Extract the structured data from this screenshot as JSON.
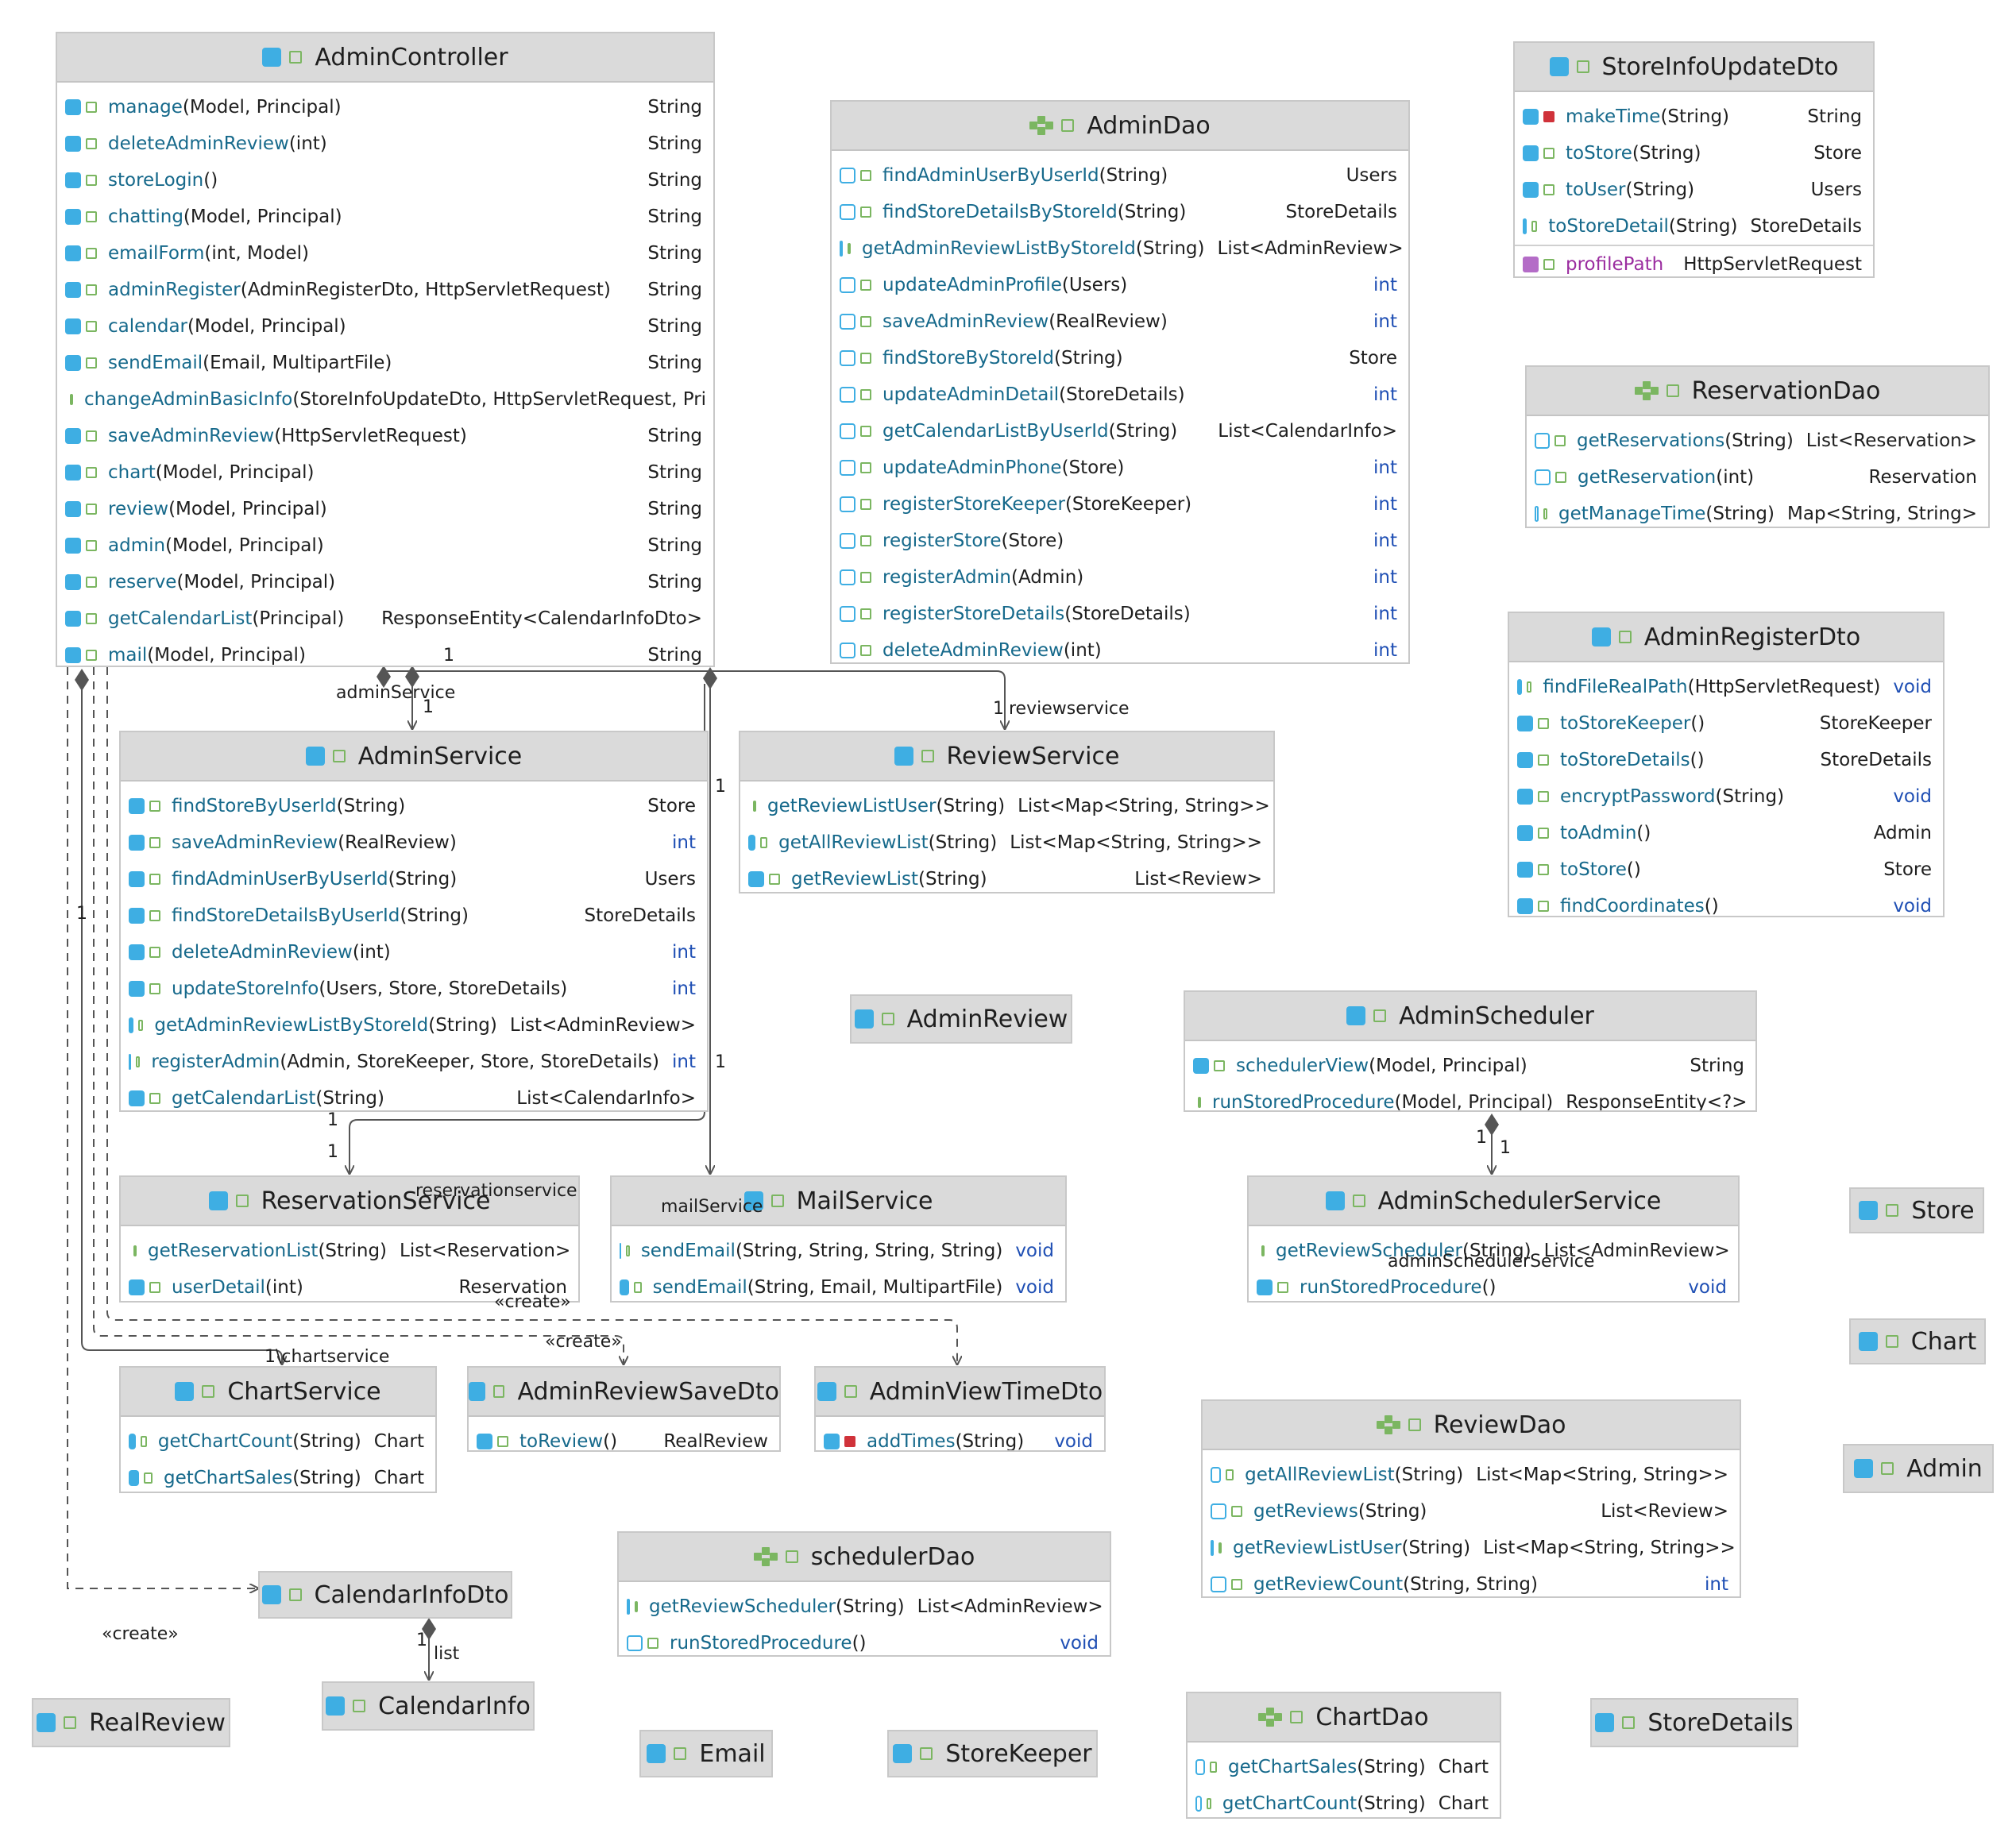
{
  "classes": [
    {
      "id": "AdminController",
      "name": "AdminController",
      "kind": "class",
      "members": [
        {
          "name": "manage",
          "params": "(Model, Principal)",
          "ret": "String"
        },
        {
          "name": "deleteAdminReview",
          "params": "(int)",
          "ret": "String"
        },
        {
          "name": "storeLogin",
          "params": "()",
          "ret": "String"
        },
        {
          "name": "chatting",
          "params": "(Model, Principal)",
          "ret": "String"
        },
        {
          "name": "emailForm",
          "params": "(int, Model)",
          "ret": "String"
        },
        {
          "name": "adminRegister",
          "params": "(AdminRegisterDto, HttpServletRequest)",
          "ret": "String"
        },
        {
          "name": "calendar",
          "params": "(Model, Principal)",
          "ret": "String"
        },
        {
          "name": "sendEmail",
          "params": "(Email, MultipartFile)",
          "ret": "String"
        },
        {
          "name": "changeAdminBasicInfo",
          "params": "(StoreInfoUpdateDto, HttpServletRequest, Pri",
          "ret": ""
        },
        {
          "name": "saveAdminReview",
          "params": "(HttpServletRequest)",
          "ret": "String"
        },
        {
          "name": "chart",
          "params": "(Model, Principal)",
          "ret": "String"
        },
        {
          "name": "review",
          "params": "(Model, Principal)",
          "ret": "String"
        },
        {
          "name": "admin",
          "params": "(Model, Principal)",
          "ret": "String"
        },
        {
          "name": "reserve",
          "params": "(Model, Principal)",
          "ret": "String"
        },
        {
          "name": "getCalendarList",
          "params": "(Principal)",
          "ret": "ResponseEntity<CalendarInfoDto>"
        },
        {
          "name": "mail",
          "params": "(Model, Principal)",
          "ret": "String"
        }
      ]
    },
    {
      "id": "AdminDao",
      "name": "AdminDao",
      "kind": "interface",
      "members": [
        {
          "name": "findAdminUserByUserId",
          "params": " (String)",
          "ret": "Users"
        },
        {
          "name": "findStoreDetailsByStoreId",
          "params": " (String)",
          "ret": "StoreDetails"
        },
        {
          "name": "getAdminReviewListByStoreId",
          "params": " (String)",
          "ret": "List<AdminReview>"
        },
        {
          "name": "updateAdminProfile",
          "params": "(Users)",
          "ret": "int"
        },
        {
          "name": "saveAdminReview",
          "params": "(RealReview)",
          "ret": "int"
        },
        {
          "name": "findStoreByStoreId",
          "params": " (String)",
          "ret": "Store"
        },
        {
          "name": "updateAdminDetail",
          "params": "(StoreDetails)",
          "ret": "int"
        },
        {
          "name": "getCalendarListByUserId",
          "params": " (String)",
          "ret": "List<CalendarInfo>"
        },
        {
          "name": "updateAdminPhone",
          "params": "(Store)",
          "ret": "int"
        },
        {
          "name": "registerStoreKeeper",
          "params": " (StoreKeeper)",
          "ret": "int"
        },
        {
          "name": "registerStore",
          "params": " (Store)",
          "ret": "int"
        },
        {
          "name": "registerAdmin",
          "params": "(Admin)",
          "ret": "int"
        },
        {
          "name": "registerStoreDetails",
          "params": "(StoreDetails)",
          "ret": "int"
        },
        {
          "name": "deleteAdminReview",
          "params": "(int)",
          "ret": "int"
        }
      ]
    },
    {
      "id": "StoreInfoUpdateDto",
      "name": "StoreInfoUpdateDto",
      "kind": "class",
      "members": [
        {
          "name": "makeTime",
          "params": "(String)",
          "ret": "String"
        },
        {
          "name": "toStore",
          "params": "(String)",
          "ret": "Store"
        },
        {
          "name": "toUser",
          "params": "(String)",
          "ret": "Users"
        },
        {
          "name": "toStoreDetail",
          "params": "(String)",
          "ret": "StoreDetails"
        }
      ],
      "fields": [
        {
          "name": "profilePath",
          "ret": "HttpServletRequest"
        }
      ]
    },
    {
      "id": "ReservationDao",
      "name": "ReservationDao",
      "kind": "interface",
      "members": [
        {
          "name": "getReservations",
          "params": "(String)",
          "ret": "List<Reservation>"
        },
        {
          "name": "getReservation",
          "params": "(int)",
          "ret": "Reservation"
        },
        {
          "name": "getManageTime",
          "params": "(String)",
          "ret": "Map<String, String>"
        }
      ]
    },
    {
      "id": "AdminRegisterDto",
      "name": "AdminRegisterDto",
      "kind": "class",
      "members": [
        {
          "name": "findFileRealPath",
          "params": "(HttpServletRequest)",
          "ret": "void"
        },
        {
          "name": "toStoreKeeper",
          "params": "()",
          "ret": "StoreKeeper"
        },
        {
          "name": "toStoreDetails",
          "params": "()",
          "ret": "StoreDetails"
        },
        {
          "name": "encryptPassword",
          "params": "(String)",
          "ret": "void"
        },
        {
          "name": "toAdmin",
          "params": "()",
          "ret": "Admin"
        },
        {
          "name": "toStore",
          "params": "()",
          "ret": "Store"
        },
        {
          "name": "findCoordinates",
          "params": "()",
          "ret": "void"
        }
      ]
    },
    {
      "id": "AdminService",
      "name": "AdminService",
      "kind": "class",
      "members": [
        {
          "name": "findStoreByUserId",
          "params": " (String)",
          "ret": "Store"
        },
        {
          "name": "saveAdminReview",
          "params": "(RealReview)",
          "ret": "int"
        },
        {
          "name": "findAdminUserByUserId",
          "params": " (String)",
          "ret": "Users"
        },
        {
          "name": "findStoreDetailsByUserId",
          "params": " (String)",
          "ret": "StoreDetails"
        },
        {
          "name": "deleteAdminReview",
          "params": "(int)",
          "ret": "int"
        },
        {
          "name": "updateStoreInfo",
          "params": " (Users, Store, StoreDetails)",
          "ret": "int"
        },
        {
          "name": "getAdminReviewListByStoreId",
          "params": " (String)",
          "ret": "List<AdminReview>"
        },
        {
          "name": "registerAdmin",
          "params": "(Admin, StoreKeeper, Store, StoreDetails)",
          "ret": "int"
        },
        {
          "name": "getCalendarList",
          "params": "(String)",
          "ret": "List<CalendarInfo>"
        }
      ]
    },
    {
      "id": "ReviewService",
      "name": "ReviewService",
      "kind": "class",
      "members": [
        {
          "name": "getReviewListUser",
          "params": "(String)",
          "ret": "List<Map<String, String>>"
        },
        {
          "name": "getAllReviewList",
          "params": "(String)",
          "ret": "List<Map<String, String>>"
        },
        {
          "name": "getReviewList",
          "params": "(String)",
          "ret": "List<Review>"
        }
      ]
    },
    {
      "id": "AdminReview",
      "name": "AdminReview",
      "kind": "class",
      "members": []
    },
    {
      "id": "AdminScheduler",
      "name": "AdminScheduler",
      "kind": "class",
      "members": [
        {
          "name": "schedulerView",
          "params": "(Model, Principal)",
          "ret": "String"
        },
        {
          "name": "runStoredProcedure",
          "params": "(Model, Principal)",
          "ret": "ResponseEntity<?>"
        }
      ]
    },
    {
      "id": "ReservationService",
      "name": "ReservationService",
      "kind": "class",
      "members": [
        {
          "name": "getReservationList",
          "params": "(String)",
          "ret": "List<Reservation>"
        },
        {
          "name": "userDetail",
          "params": "(int)",
          "ret": "Reservation"
        }
      ]
    },
    {
      "id": "MailService",
      "name": "MailService",
      "kind": "class",
      "members": [
        {
          "name": "sendEmail",
          "params": "(String, String, String, String)",
          "ret": "void"
        },
        {
          "name": "sendEmail",
          "params": "(String, Email, MultipartFile)",
          "ret": "void"
        }
      ]
    },
    {
      "id": "AdminSchedulerService",
      "name": "AdminSchedulerService",
      "kind": "class",
      "members": [
        {
          "name": "getReviewScheduler",
          "params": "(String)",
          "ret": "List<AdminReview>"
        },
        {
          "name": "runStoredProcedure",
          "params": "()",
          "ret": "void"
        }
      ]
    },
    {
      "id": "Store",
      "name": "Store",
      "kind": "class",
      "members": []
    },
    {
      "id": "Chart",
      "name": "Chart",
      "kind": "class",
      "members": []
    },
    {
      "id": "ChartService",
      "name": "ChartService",
      "kind": "class",
      "members": [
        {
          "name": "getChartCount",
          "params": "(String)",
          "ret": "Chart"
        },
        {
          "name": "getChartSales",
          "params": "(String)",
          "ret": "Chart"
        }
      ]
    },
    {
      "id": "AdminReviewSaveDto",
      "name": "AdminReviewSaveDto",
      "kind": "class",
      "members": [
        {
          "name": "toReview",
          "params": "()",
          "ret": "RealReview"
        }
      ]
    },
    {
      "id": "AdminViewTimeDto",
      "name": "AdminViewTimeDto",
      "kind": "class",
      "members": [
        {
          "name": "addTimes",
          "params": "(String)",
          "ret": "void"
        }
      ]
    },
    {
      "id": "ReviewDao",
      "name": "ReviewDao",
      "kind": "interface",
      "members": [
        {
          "name": "getAllReviewList",
          "params": "(String)",
          "ret": "List<Map<String, String>>"
        },
        {
          "name": "getReviews",
          "params": "(String)",
          "ret": "List<Review>"
        },
        {
          "name": "getReviewListUser",
          "params": "(String)",
          "ret": "List<Map<String, String>>"
        },
        {
          "name": "getReviewCount",
          "params": "(String, String)",
          "ret": "int"
        }
      ]
    },
    {
      "id": "Admin",
      "name": "Admin",
      "kind": "class",
      "members": []
    },
    {
      "id": "CalendarInfoDto",
      "name": "CalendarInfoDto",
      "kind": "class",
      "members": []
    },
    {
      "id": "schedulerDao",
      "name": "schedulerDao",
      "kind": "interface",
      "members": [
        {
          "name": "getReviewScheduler",
          "params": "(String)",
          "ret": "List<AdminReview>"
        },
        {
          "name": "runStoredProcedure",
          "params": "()",
          "ret": "void"
        }
      ]
    },
    {
      "id": "CalendarInfo",
      "name": "CalendarInfo",
      "kind": "class",
      "members": []
    },
    {
      "id": "RealReview",
      "name": "RealReview",
      "kind": "class",
      "members": []
    },
    {
      "id": "Email",
      "name": "Email",
      "kind": "class",
      "members": []
    },
    {
      "id": "StoreKeeper",
      "name": "StoreKeeper",
      "kind": "class",
      "members": []
    },
    {
      "id": "ChartDao",
      "name": "ChartDao",
      "kind": "interface",
      "members": [
        {
          "name": "getChartSales",
          "params": "(String)",
          "ret": "Chart"
        },
        {
          "name": "getChartCount",
          "params": "(String)",
          "ret": "Chart"
        }
      ]
    },
    {
      "id": "StoreDetails",
      "name": "StoreDetails",
      "kind": "class",
      "members": []
    }
  ],
  "labels": {
    "l_one_ctrl": "1",
    "l_adminservice": "adminService",
    "l_one_as": "1",
    "l_one_rs": "1",
    "l_reviewservice": "reviewservice",
    "l_one_left": "1",
    "l_one_mail_top": "1",
    "l_one_mail_bot": "1",
    "l_one_res_a": "1",
    "l_one_res_b": "1",
    "l_reservationservice": "reservationservice",
    "l_mailservice": "mailService",
    "l_create_1": "«create»",
    "l_create_2": "«create»",
    "l_chartservice": "1\\chartservice",
    "l_create_3": "«create»",
    "l_one_sched_a": "1",
    "l_one_sched_b": "1",
    "l_adminschedulerservice": "adminSchedulerService",
    "l_one_list": "1",
    "l_list": "list"
  },
  "colors": {
    "class_icon": "#3eaee3",
    "interface_icon": "#7bb661",
    "method_name": "#16698b",
    "field_name": "#9b2da0",
    "primitive_type": "#1f4fb4",
    "private_marker": "#d0323a",
    "header_bg": "#dadada",
    "edge": "#555555"
  }
}
